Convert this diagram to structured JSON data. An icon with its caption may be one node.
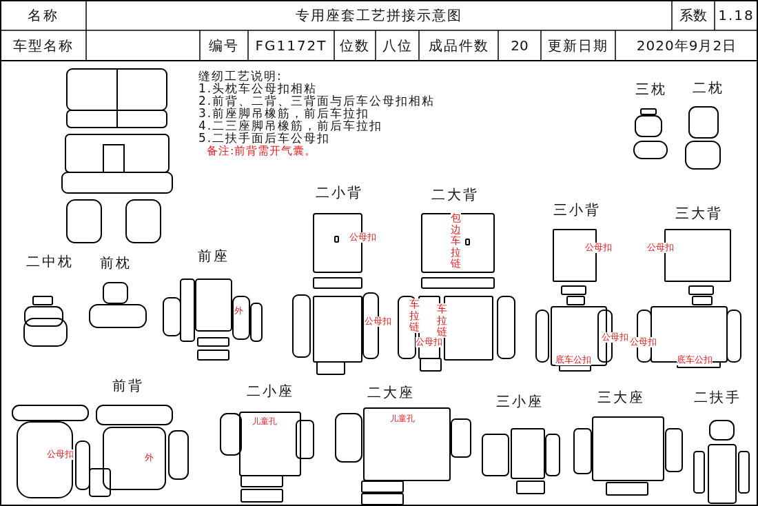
{
  "diagram": {
    "title": "专用座套工艺拼接示意图",
    "labels": [
      "名称",
      "系数",
      "1.18",
      "车型名称",
      "编号",
      "FG1172T",
      "位数",
      "八位",
      "成品件数",
      "20",
      "更新日期",
      "2020年9月2日",
      "缝纫工艺说明:",
      "1.头枕车公母扣相粘",
      "2.前背、二背、三背面与后车公母扣相粘",
      "3.前座脚吊橡筋，前后车拉扣",
      "4.二三座脚吊橡筋，前后车拉扣",
      "5.二扶手面后车公母扣",
      "备注:前背需开气囊。",
      "三枕",
      "二枕",
      "二小背",
      "二大背",
      "公母扣",
      "包边车拉链",
      "三小背",
      "三大背",
      "公母扣",
      "公母扣",
      "二中枕",
      "前枕",
      "前座",
      "外",
      "公母扣",
      "车拉链",
      "车拉链",
      "公母扣",
      "公母扣",
      "公母扣",
      "底车公扣",
      "底车公扣",
      "前背",
      "二小座",
      "二大座",
      "三小座",
      "三大座",
      "二扶手",
      "公母扣",
      "外",
      "儿童孔",
      "儿童孔"
    ]
  }
}
